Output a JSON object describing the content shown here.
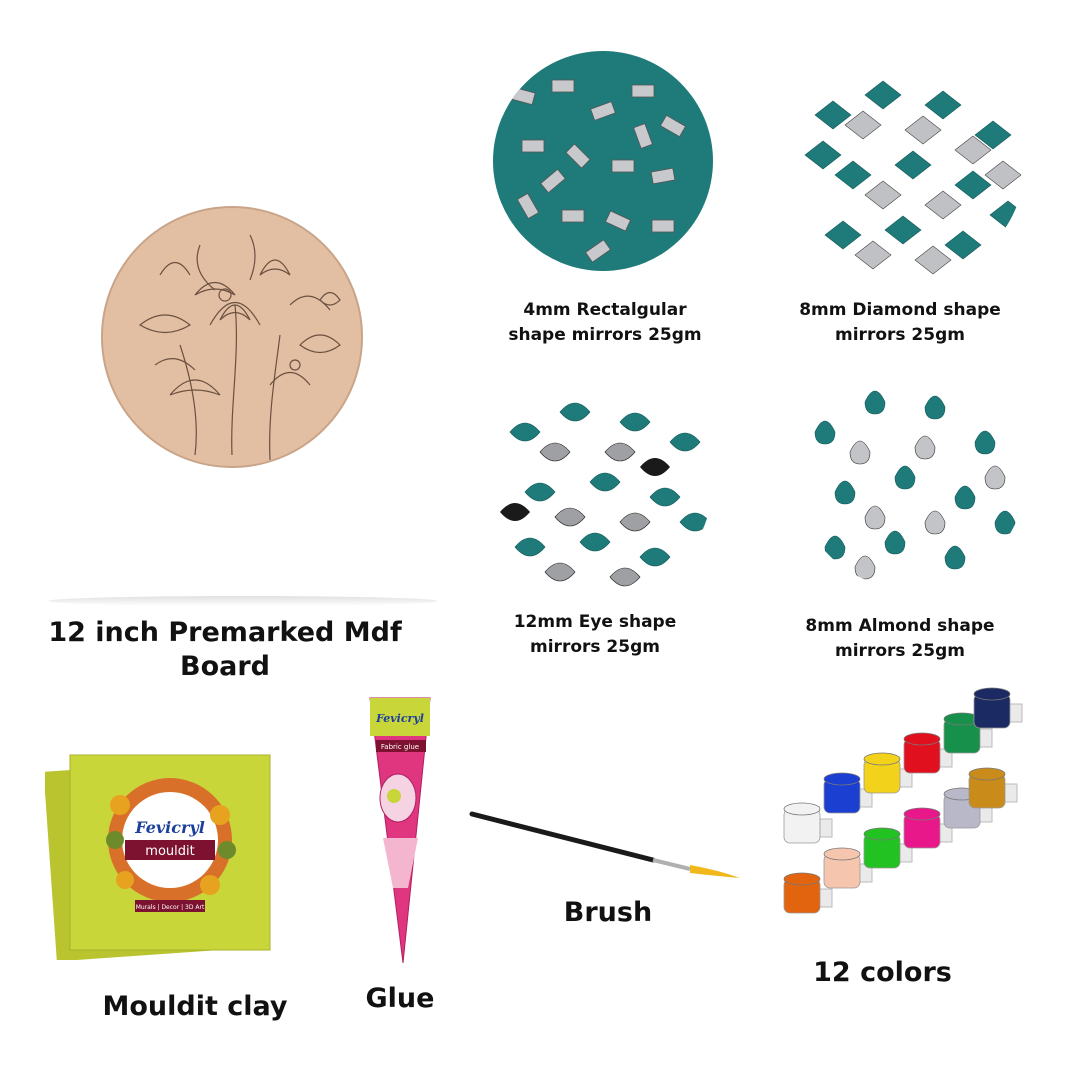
{
  "items": {
    "mdf_board": {
      "label": "12 inch Premarked Mdf Board"
    },
    "rect_mirrors": {
      "label_line1": "4mm Rectalgular",
      "label_line2": "shape mirrors 25gm"
    },
    "diamond_mirrors": {
      "label_line1": "8mm Diamond shape",
      "label_line2": "mirrors 25gm"
    },
    "eye_mirrors": {
      "label_line1": "12mm Eye shape",
      "label_line2": "mirrors 25gm"
    },
    "almond_mirrors": {
      "label_line1": "8mm Almond shape",
      "label_line2": "mirrors 25gm"
    },
    "clay": {
      "label": "Mouldit clay",
      "brand": "Fevicryl",
      "product": "mouldit",
      "tagline": "Murals | Decor | 3D Art"
    },
    "glue": {
      "label": "Glue",
      "brand": "Fevicryl",
      "product": "Fabric glue"
    },
    "brush": {
      "label": "Brush"
    },
    "paints": {
      "label": "12 colors"
    }
  },
  "colors": {
    "teal": "#1f7a7a",
    "mdf": "#e2bfa3",
    "clay_pack": "#c9d63a",
    "glue_cone": "#e0357f"
  },
  "paint_colors": [
    "#f2f2f2",
    "#1b3fd1",
    "#f2d21b",
    "#e0101e",
    "#16904a",
    "#1c2a63",
    "#e3640e",
    "#f6c5ae",
    "#23c223",
    "#e8188a",
    "#b8b8c8",
    "#c98c1a"
  ]
}
